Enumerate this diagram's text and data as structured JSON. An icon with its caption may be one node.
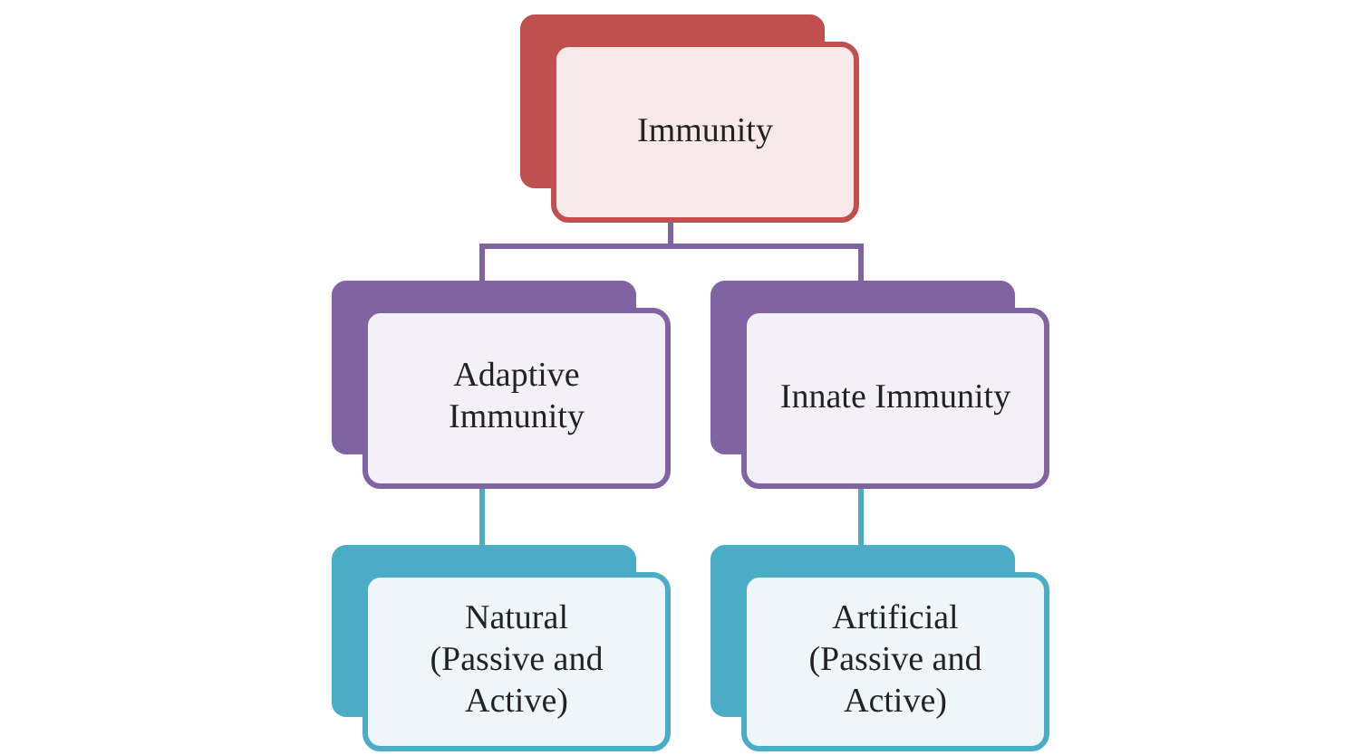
{
  "diagram": {
    "nodes": [
      {
        "text": [
          "Immunity"
        ]
      },
      {
        "text": [
          "Adaptive Immunity"
        ]
      },
      {
        "text": [
          "Innate Immunity"
        ]
      },
      {
        "text": [
          "Natural",
          "(Passive and Active)"
        ]
      },
      {
        "text": [
          "Artificial",
          "(Passive and Active)"
        ]
      }
    ],
    "edges": [
      {
        "from": 0,
        "to": 1,
        "arrow": "none"
      },
      {
        "from": 0,
        "to": 2,
        "arrow": "none"
      },
      {
        "from": 1,
        "to": 3,
        "arrow": "none",
        "color": "#4bacc6"
      },
      {
        "from": 2,
        "to": 4,
        "arrow": "none",
        "color": "#4bacc6"
      }
    ]
  }
}
